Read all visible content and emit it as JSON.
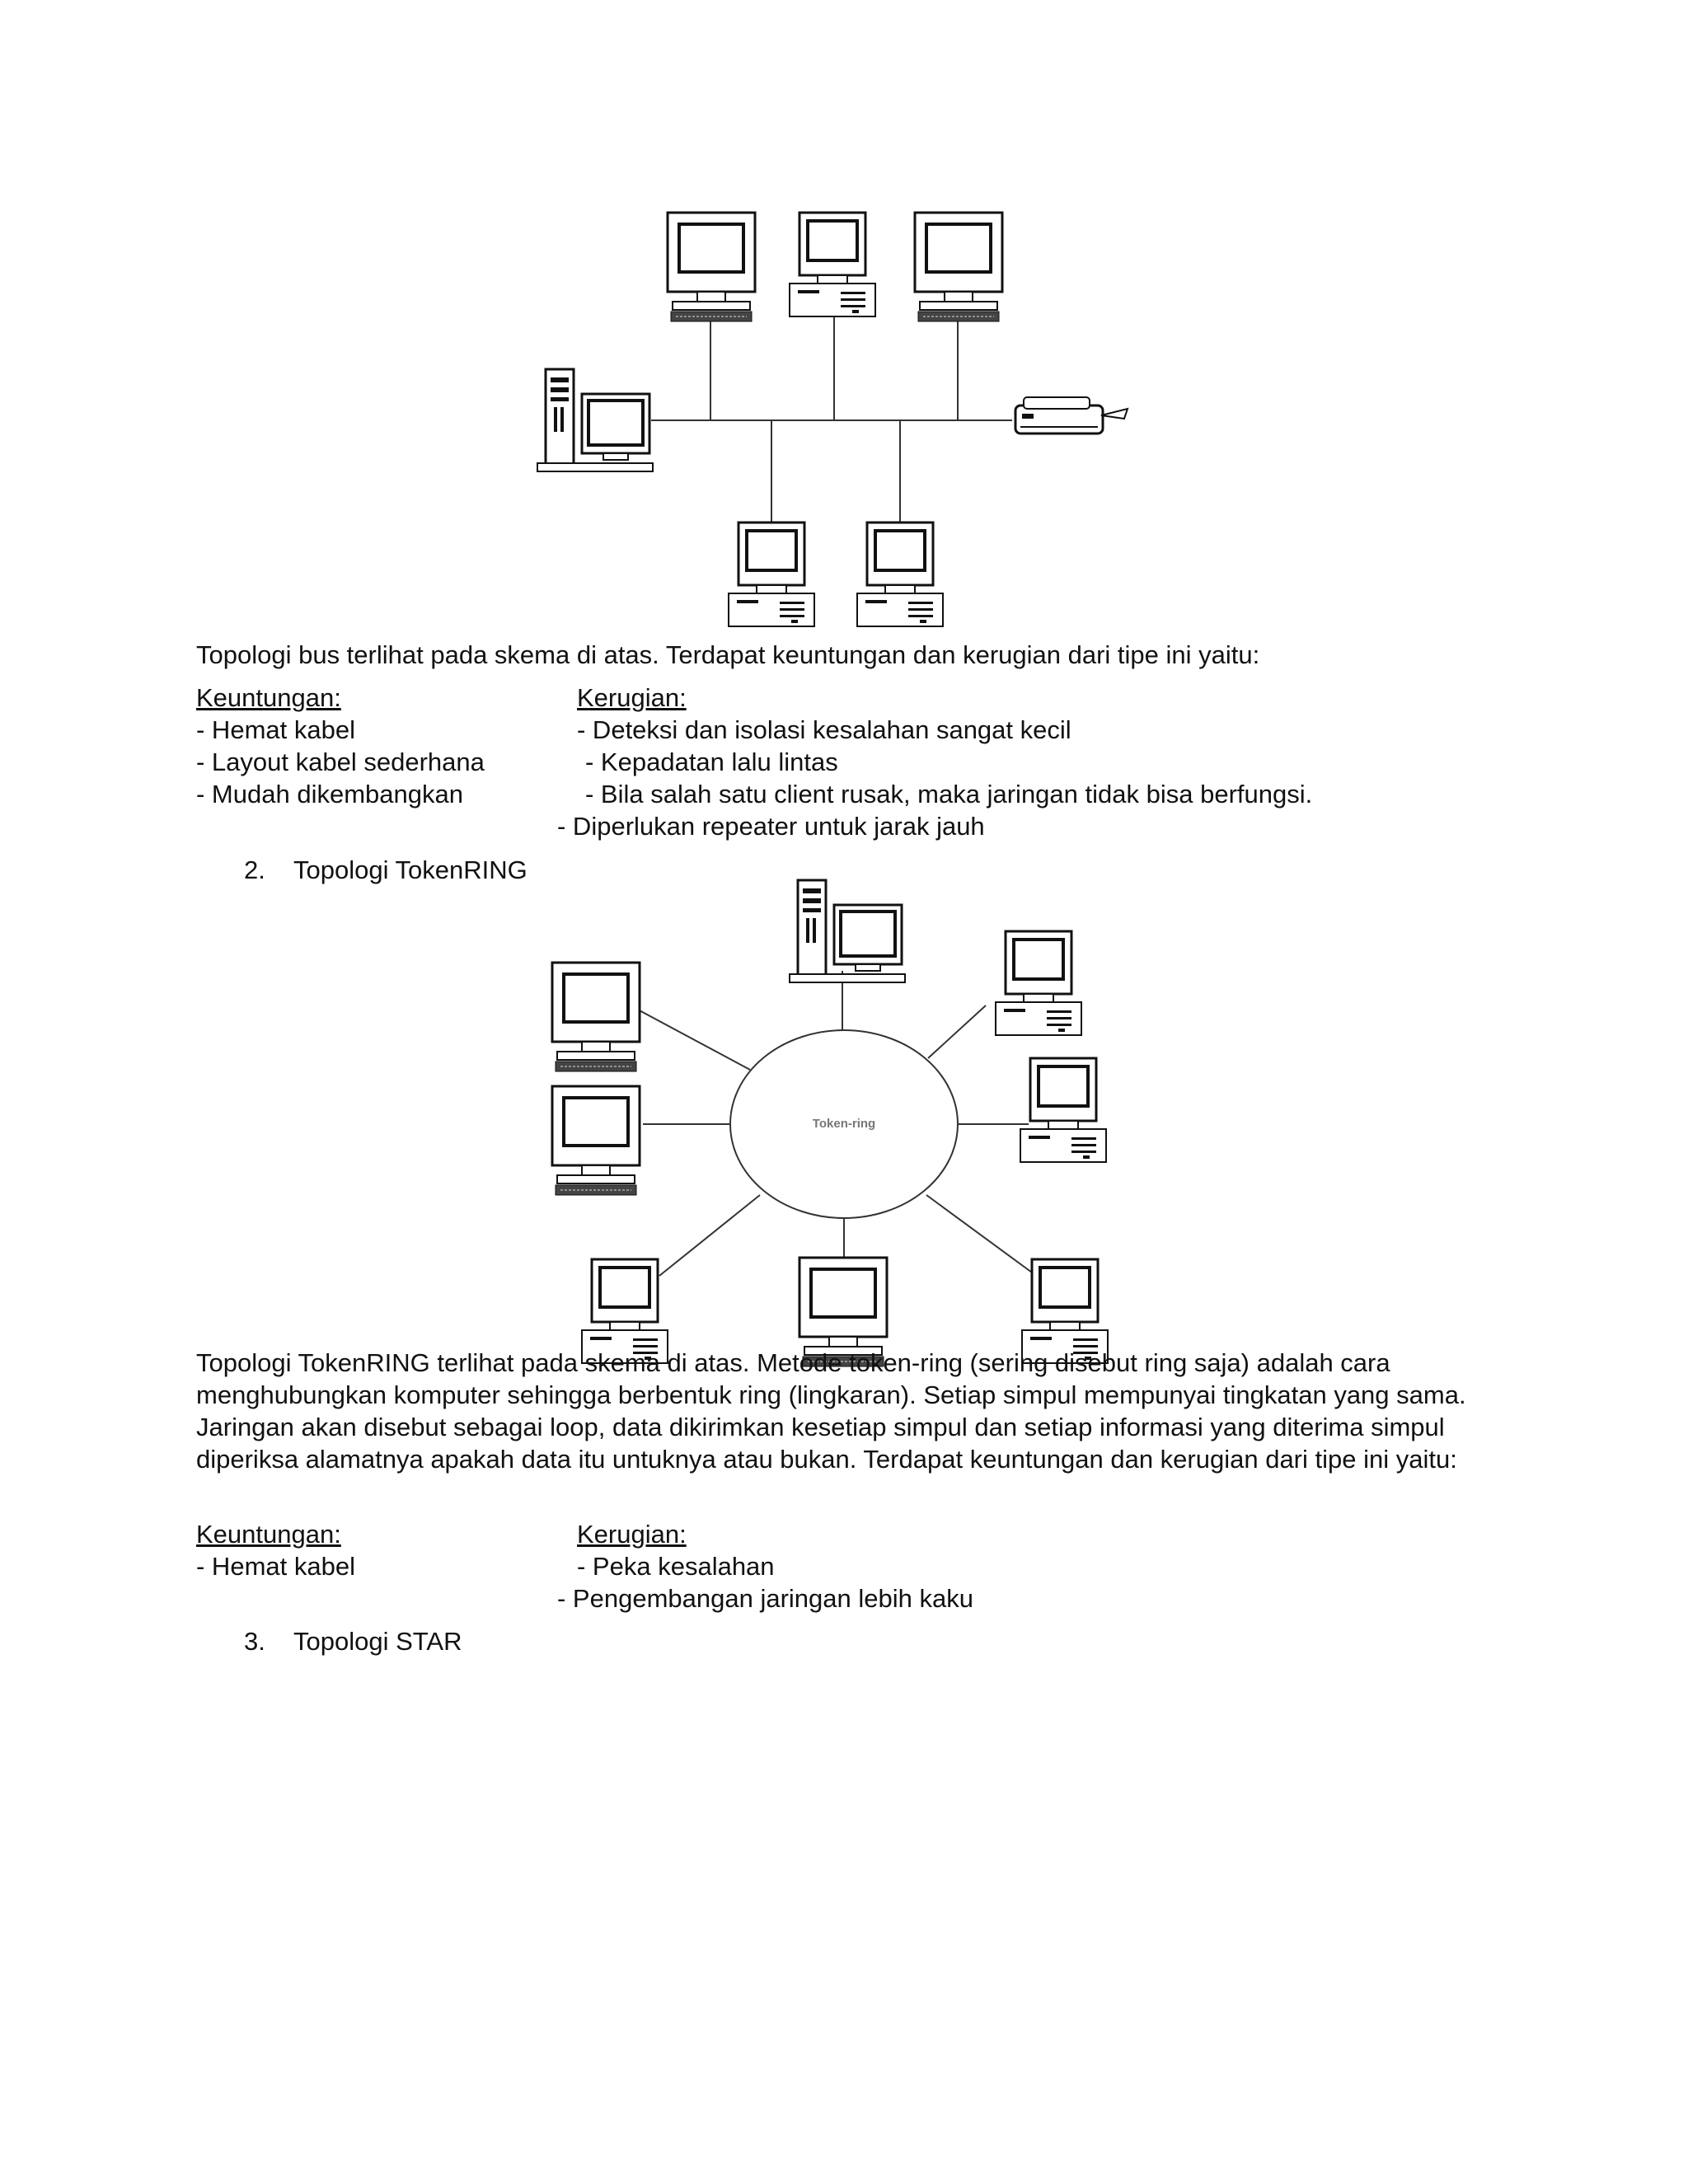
{
  "bus": {
    "caption": "Topologi bus terlihat pada skema di atas. Terdapat keuntungan dan kerugian dari tipe ini yaitu:",
    "pros_title": "Keuntungan:",
    "pros": [
      "- Hemat kabel",
      "- Layout kabel sederhana",
      "- Mudah dikembangkan"
    ],
    "cons_title": "Kerugian:",
    "cons": [
      "- Deteksi dan isolasi kesalahan sangat kecil",
      "- Kepadatan lalu lintas",
      "- Bila salah satu client rusak, maka jaringan tidak bisa berfungsi.",
      "- Diperlukan repeater untuk jarak jauh"
    ]
  },
  "section2": {
    "number": "2.",
    "title": "Topologi TokenRING"
  },
  "ring": {
    "center_label": "Token-ring",
    "caption": "Topologi TokenRING terlihat pada skema di atas. Metode token-ring (sering disebut ring saja) adalah cara menghubungkan komputer sehingga berbentuk ring (lingkaran). Setiap simpul mempunyai tingkatan yang sama. Jaringan akan disebut sebagai loop, data dikirimkan kesetiap simpul dan setiap informasi yang diterima simpul diperiksa alamatnya apakah data itu untuknya atau bukan. Terdapat keuntungan dan kerugian dari tipe ini yaitu:",
    "pros_title": "Keuntungan:",
    "pros": [
      "- Hemat kabel"
    ],
    "cons_title": "Kerugian:",
    "cons": [
      "- Peka kesalahan",
      "- Pengembangan jaringan lebih kaku"
    ]
  },
  "section3": {
    "number": "3.",
    "title": "Topologi STAR"
  }
}
